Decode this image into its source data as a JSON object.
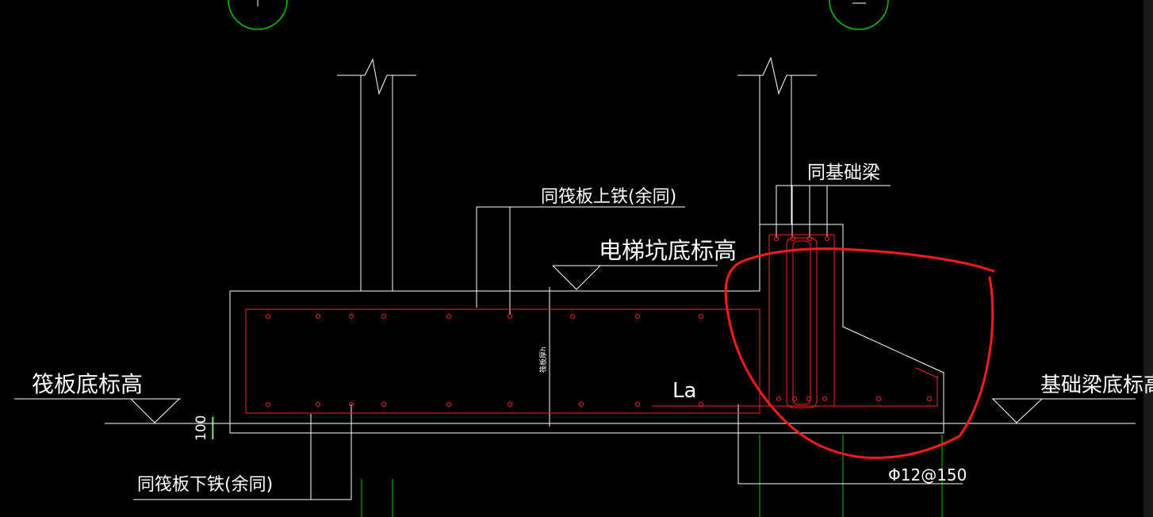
{
  "labels": {
    "top_rebar": "同筏板上铁(余同)",
    "pit_bottom_elevation": "电梯坑底标高",
    "same_foundation_beam": "同基础梁",
    "raft_bottom_elevation": "筏板底标高",
    "foundation_beam_bottom_elevation": "基础梁底标高",
    "bottom_rebar": "同筏板下铁(余同)",
    "dimension_100": "100",
    "anchorage_length": "La",
    "stirrup_spec": "Φ12@150",
    "slab_thickness": "筏板厚h"
  },
  "colors": {
    "background": "#000000",
    "lines": "#ffffff",
    "rebar": "#ff2020",
    "annotation": "#ff1a1a",
    "grid_axis": "#00c800"
  }
}
